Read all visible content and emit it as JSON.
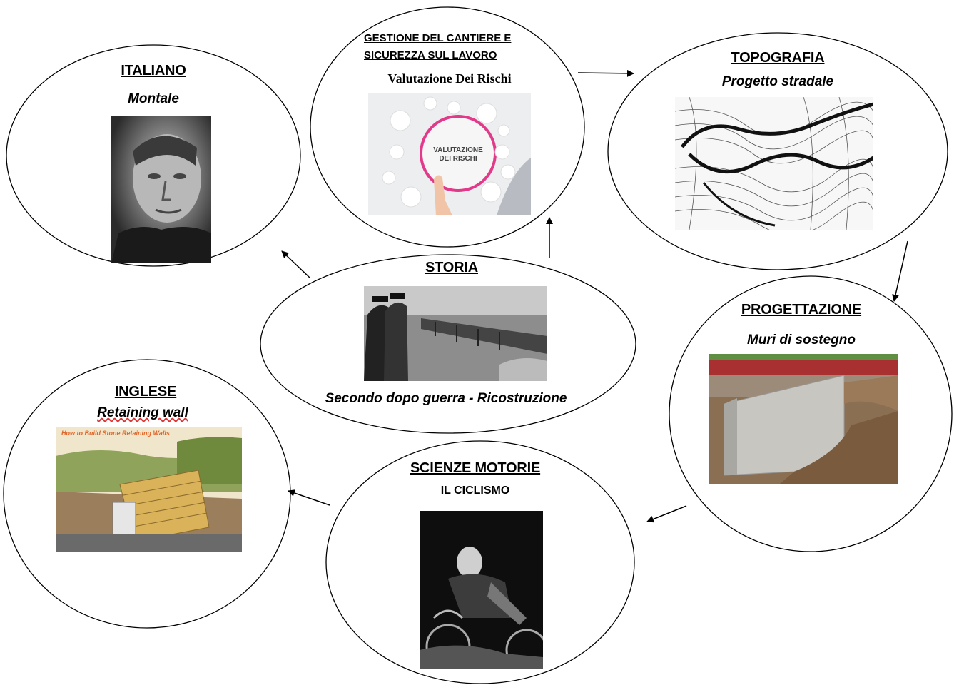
{
  "nodes": {
    "italiano": {
      "title": "ITALIANO",
      "subtitle": "Montale"
    },
    "gestione": {
      "title_line1": "GESTIONE DEL CANTIERE E",
      "title_line2": "SICUREZZA SUL LAVORO",
      "subtitle": "Valutazione Dei Rischi",
      "image_text_line1": "VALUTAZIONE",
      "image_text_line2": "DEI RISCHI"
    },
    "topografia": {
      "title": "TOPOGRAFIA",
      "subtitle": "Progetto stradale"
    },
    "storia": {
      "title": "STORIA",
      "subtitle": "Secondo dopo guerra - Ricostruzione"
    },
    "progettazione": {
      "title": "PROGETTAZIONE",
      "subtitle": "Muri di sostegno"
    },
    "inglese": {
      "title": "INGLESE",
      "subtitle": "Retaining wall",
      "image_title": "How to Build Stone Retaining Walls"
    },
    "scienze": {
      "title": "SCIENZE MOTORIE",
      "subtitle": "IL CICLISMO"
    }
  }
}
